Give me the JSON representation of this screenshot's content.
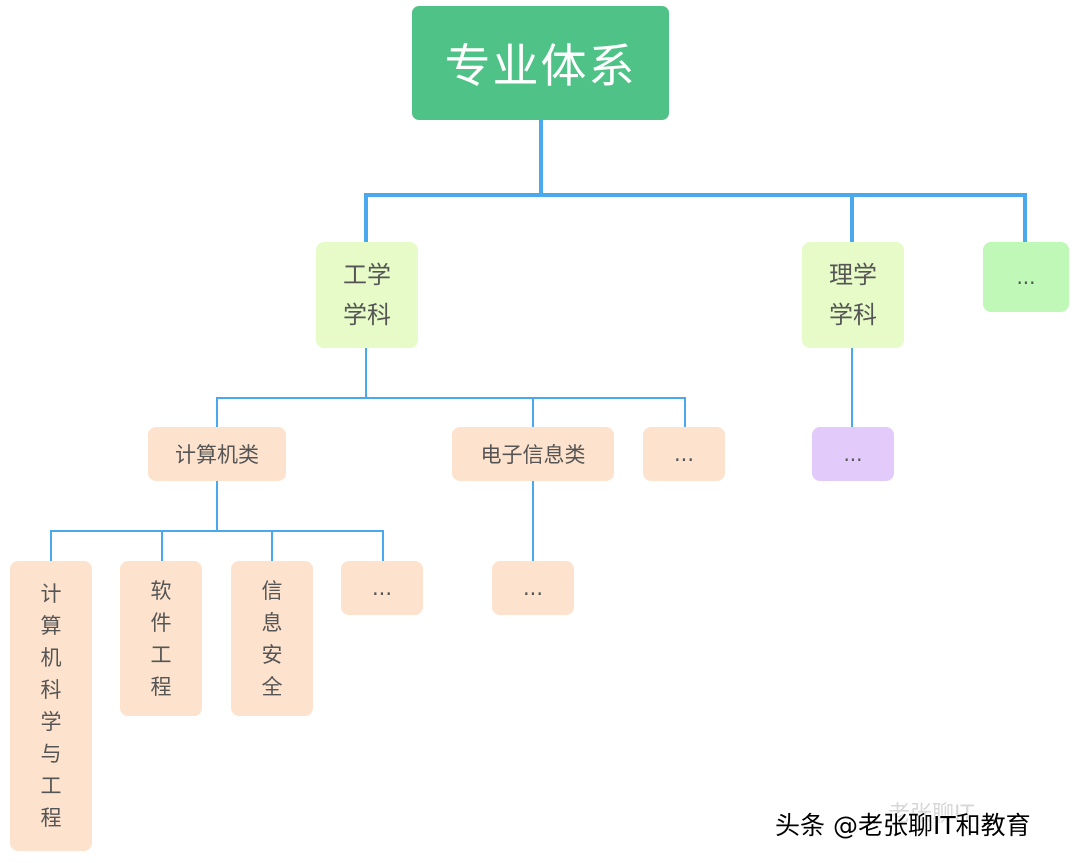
{
  "root": {
    "label": "专业体系"
  },
  "disciplines": [
    {
      "label": "工学学科"
    },
    {
      "label": "理学学科"
    },
    {
      "label": "..."
    }
  ],
  "engineering_categories": [
    {
      "label": "计算机类"
    },
    {
      "label": "电子信息类"
    },
    {
      "label": "..."
    }
  ],
  "science_categories": [
    {
      "label": "..."
    }
  ],
  "computer_majors": [
    {
      "label": "计算机科学与工程"
    },
    {
      "label": "软件工程"
    },
    {
      "label": "信息安全"
    },
    {
      "label": "..."
    }
  ],
  "electronic_majors": [
    {
      "label": "..."
    }
  ],
  "watermark": {
    "text": "头条 @老张聊IT和教育",
    "faded_text": "老张聊IT"
  },
  "colors": {
    "connector": "#4aa8ec",
    "root": "#4fc387",
    "discipline": "#e6fbc8",
    "discipline_more": "#bff8b7",
    "category": "#fde3cd",
    "science_category": "#e2cbfa"
  }
}
